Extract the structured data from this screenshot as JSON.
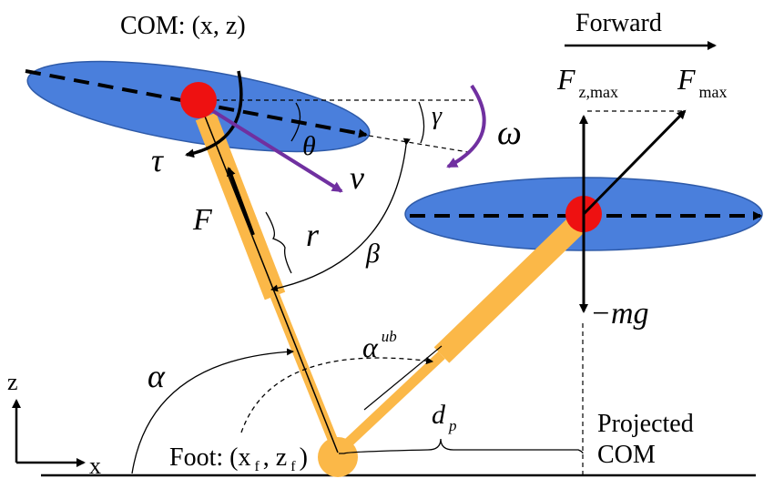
{
  "labels": {
    "com": "COM: (x, z)",
    "forward": "Forward",
    "tau": "τ",
    "theta": "θ",
    "gamma": "γ",
    "omega": "ω",
    "v": "v",
    "force": "F",
    "r": "r",
    "beta": "β",
    "alpha": "α",
    "alpha_ub_base": "α",
    "alpha_ub_sup": "ub",
    "fz_base": "F",
    "fz_sub": "z,max",
    "fmax_base": "F",
    "fmax_sub": "max",
    "mg": "−mg",
    "dp_base": "d",
    "dp_sub": "p",
    "projected_line1": "Projected",
    "projected_line2": "COM",
    "foot_a": "Foot: (x",
    "foot_sub1": "f",
    "foot_b": ", z",
    "foot_sub2": "f",
    "foot_c": ")",
    "axis_z": "z",
    "axis_x": "x"
  },
  "colors": {
    "body_fill": "#4a7fdc",
    "body_stroke": "#2e5aa8",
    "com_dot": "#ee1111",
    "leg": "#fbb848",
    "velocity": "#7030a0",
    "ink": "#000000"
  }
}
